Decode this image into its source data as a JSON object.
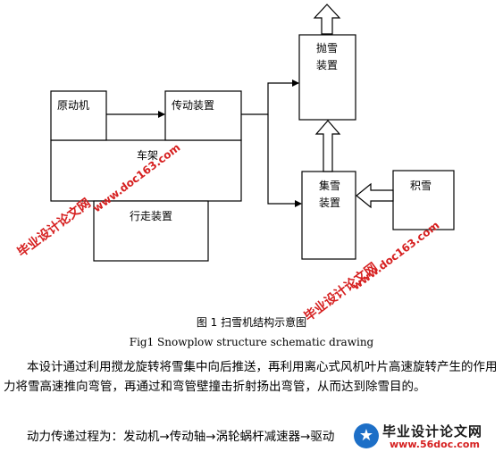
{
  "diagram": {
    "nodes": {
      "prime_mover": "原动机",
      "transmission": "传动装置",
      "frame": "车架",
      "walking": "行走装置",
      "throw_snow": [
        "抛雪",
        "装置"
      ],
      "collect_snow": [
        "集雪",
        "装置"
      ],
      "accumulated_snow": "积雪"
    },
    "watermarks": {
      "site_name": "毕业设计论文网",
      "url": "www.doc163.com"
    }
  },
  "caption": {
    "cn": "图 1  扫雪机结构示意图",
    "en": "Fig1       Snowplow structure schematic drawing"
  },
  "body": {
    "para1": "本设计通过利用搅龙旋转将雪集中向后推送，再利用离心式风机叶片高速旋转产生的作用力将雪高速推向弯管，再通过和弯管壁撞击折射扬出弯管，从而达到除雪目的。",
    "para2": "动力传递过程为：发动机→传动轴→涡轮蜗杆减速器→驱动"
  },
  "logo": {
    "title": "毕业设计论文网",
    "url": "www.56doc.com",
    "mark": "★"
  }
}
